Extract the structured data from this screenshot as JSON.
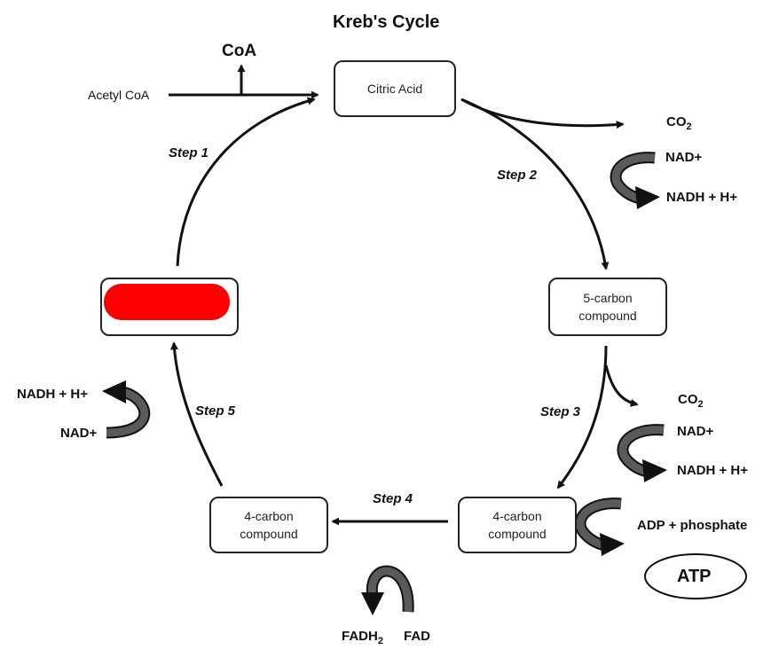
{
  "title": "Kreb's Cycle",
  "inputs": {
    "acetyl_coa": "Acetyl CoA",
    "coa": "CoA"
  },
  "boxes": {
    "citric_acid": "Citric Acid",
    "five_carbon": "5-carbon\ncompound",
    "four_carbon_right": "4-carbon\ncompound",
    "four_carbon_left": "4-carbon\ncompound"
  },
  "steps": {
    "s1": "Step 1",
    "s2": "Step 2",
    "s3": "Step 3",
    "s4": "Step 4",
    "s5": "Step 5"
  },
  "step2": {
    "co2": "CO",
    "co2_sub": "2",
    "nad": "NAD+",
    "nadh": "NADH + H+"
  },
  "step3": {
    "co2": "CO",
    "co2_sub": "2",
    "nad": "NAD+",
    "nadh": "NADH + H+"
  },
  "step4": {
    "fadh2": "FADH",
    "fadh2_sub": "2",
    "fad": "FAD"
  },
  "step5": {
    "nad": "NAD+",
    "nadh": "NADH + H+"
  },
  "atp_step": {
    "adp": "ADP + phosphate",
    "atp": "ATP"
  },
  "colors": {
    "redaction": "#ff0000",
    "stroke": "#111111",
    "curved_arrow": "#555555"
  }
}
